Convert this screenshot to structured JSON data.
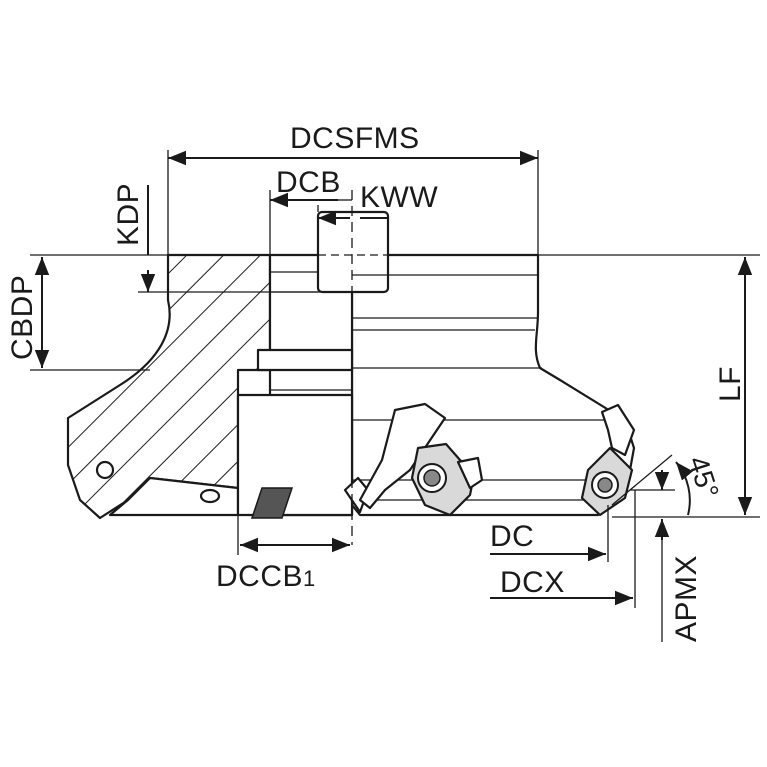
{
  "drawing": {
    "labels": {
      "dcsfms": "DCSFMS",
      "dcb": "DCB",
      "kww": "KWW",
      "kdp": "KDP",
      "cbdp": "CBDP",
      "lf": "LF",
      "dccb_main": "DCCB",
      "dccb_sub": "1",
      "dc": "DC",
      "dcx": "DCX",
      "apmx": "APMX",
      "angle": "45°"
    }
  }
}
